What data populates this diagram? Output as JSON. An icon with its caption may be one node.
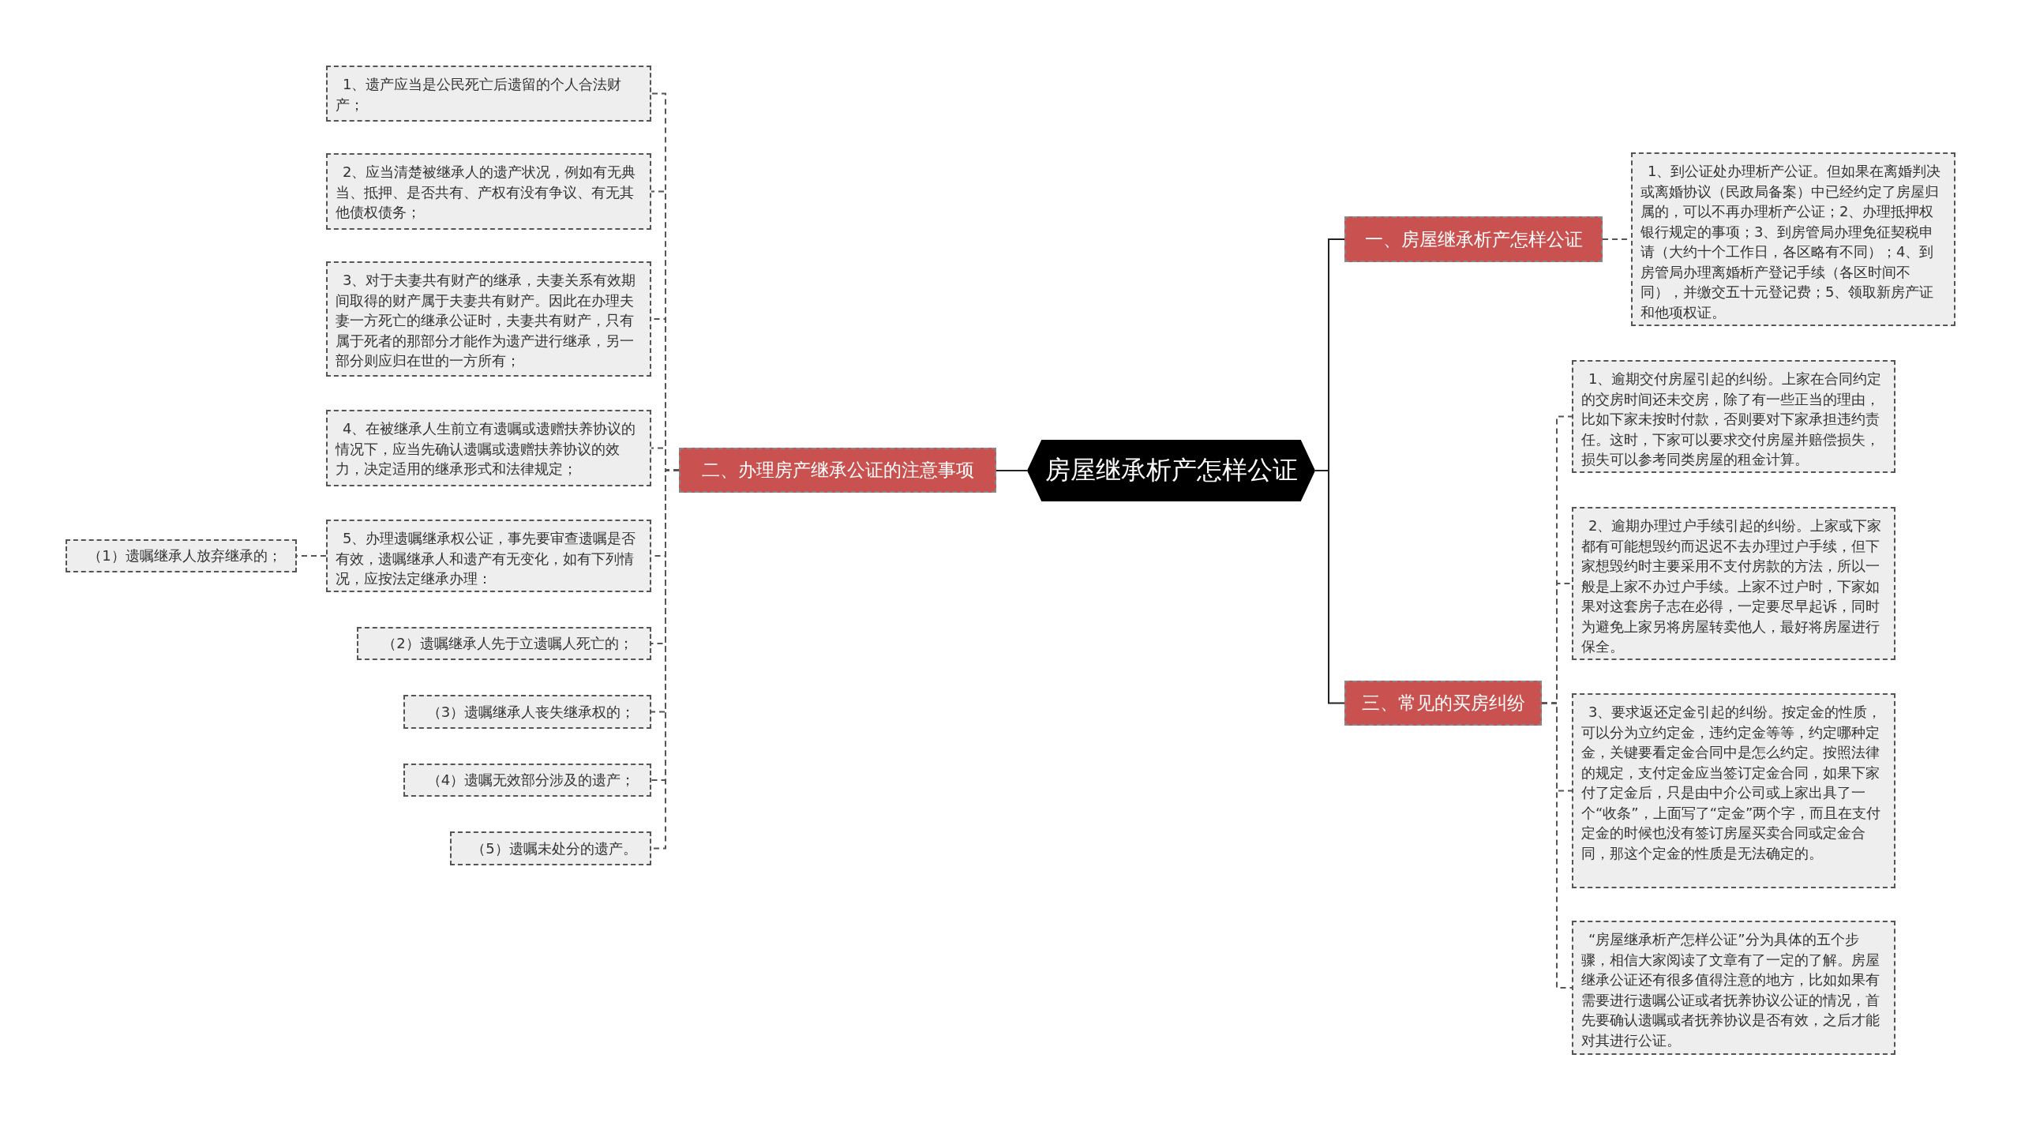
{
  "diagram": {
    "nodes": [
      {
        "text": [
          "房屋继承析产怎样公证"
        ]
      },
      {
        "text": [
          "一、房屋继承析产怎样公证"
        ]
      },
      {
        "text": [
          "1、到公证处办理析产公证。但如果在离婚判决或离婚协议（民政局备案）中已经约定了房屋归属的，可以不再办理析产公证；2、办理抵押权银行规定的事项；3、到房管局办理免征契税申请（大约十个工作日，各区略有不同）；4、到房管局办理离婚析产登记手续（各区时间不同），并缴交五十元登记费；5、领取新房产证和他项权证。"
        ]
      },
      {
        "text": [
          "二、办理房产继承公证的注意事项"
        ]
      },
      {
        "text": [
          "1、遗产应当是公民死亡后遗留的个人合法财产；"
        ]
      },
      {
        "text": [
          "2、应当清楚被继承人的遗产状况，例如有无典当、抵押、是否共有、产权有没有争议、有无其他债权债务；"
        ]
      },
      {
        "text": [
          "3、对于夫妻共有财产的继承，夫妻关系有效期间取得的财产属于夫妻共有财产。因此在办理夫妻一方死亡的继承公证时，夫妻共有财产，只有属于死者的那部分才能作为遗产进行继承，另一部分则应归在世的一方所有；"
        ]
      },
      {
        "text": [
          "4、在被继承人生前立有遗嘱或遗赠扶养协议的情况下，应当先确认遗嘱或遗赠扶养协议的效力，决定适用的继承形式和法律规定；"
        ]
      },
      {
        "text": [
          "5、办理遗嘱继承权公证，事先要审查遗嘱是否有效，遗嘱继承人和遗产有无变化，如有下列情况，应按法定继承办理："
        ]
      },
      {
        "text": [
          "（1）遗嘱继承人放弃继承的；"
        ]
      },
      {
        "text": [
          "（2）遗嘱继承人先于立遗嘱人死亡的；"
        ]
      },
      {
        "text": [
          "（3）遗嘱继承人丧失继承权的；"
        ]
      },
      {
        "text": [
          "（4）遗嘱无效部分涉及的遗产；"
        ]
      },
      {
        "text": [
          "（5）遗嘱未处分的遗产。"
        ]
      },
      {
        "text": [
          "三、常见的买房纠纷"
        ]
      },
      {
        "text": [
          "1、逾期交付房屋引起的纠纷。上家在合同约定的交房时间还未交房，除了有一些正当的理由，比如下家未按时付款，否则要对下家承担违约责任。这时，下家可以要求交付房屋并赔偿损失，损失可以参考同类房屋的租金计算。"
        ]
      },
      {
        "text": [
          "2、逾期办理过户手续引起的纠纷。上家或下家都有可能想毁约而迟迟不去办理过户手续，但下家想毁约时主要采用不支付房款的方法，所以一般是上家不办过户手续。上家不过户时，下家如果对这套房子志在必得，一定要尽早起诉，同时为避免上家另将房屋转卖他人，最好将房屋进行保全。"
        ]
      },
      {
        "text": [
          "3、要求返还定金引起的纠纷。按定金的性质，可以分为立约定金，违约定金等等，约定哪种定金，关键要看定金合同中是怎么约定。按照法律的规定，支付定金应当签订定金合同，如果下家付了定金后，只是由中介公司或上家出具了一个“收条”，上面写了“定金”两个字，而且在支付定金的时候也没有签订房屋买卖合同或定金合同，那这个定金的性质是无法确定的。"
        ]
      },
      {
        "text": [
          "“房屋继承析产怎样公证”分为具体的五个步骤，相信大家阅读了文章有了一定的了解。房屋继承公证还有很多值得注意的地方，比如如果有需要进行遗嘱公证或者抚养协议公证的情况，首先要确认遗嘱或者抚养协议是否有效，之后才能对其进行公证。"
        ]
      }
    ],
    "edges": [
      {
        "from": 0,
        "to": 1,
        "arrow": "none"
      },
      {
        "from": 0,
        "to": 3,
        "arrow": "none"
      },
      {
        "from": 0,
        "to": 14,
        "arrow": "none"
      },
      {
        "from": 1,
        "to": 2,
        "arrow": "none",
        "style": "dashed"
      },
      {
        "from": 3,
        "to": 4,
        "arrow": "none",
        "style": "dashed"
      },
      {
        "from": 3,
        "to": 5,
        "arrow": "none",
        "style": "dashed"
      },
      {
        "from": 3,
        "to": 6,
        "arrow": "none",
        "style": "dashed"
      },
      {
        "from": 3,
        "to": 7,
        "arrow": "none",
        "style": "dashed"
      },
      {
        "from": 3,
        "to": 8,
        "arrow": "none",
        "style": "dashed"
      },
      {
        "from": 8,
        "to": 9,
        "arrow": "none",
        "style": "dashed"
      },
      {
        "from": 3,
        "to": 10,
        "arrow": "none",
        "style": "dashed"
      },
      {
        "from": 3,
        "to": 11,
        "arrow": "none",
        "style": "dashed"
      },
      {
        "from": 3,
        "to": 12,
        "arrow": "none",
        "style": "dashed"
      },
      {
        "from": 3,
        "to": 13,
        "arrow": "none",
        "style": "dashed"
      },
      {
        "from": 14,
        "to": 15,
        "arrow": "none",
        "style": "dashed"
      },
      {
        "from": 14,
        "to": 16,
        "arrow": "none",
        "style": "dashed"
      },
      {
        "from": 14,
        "to": 17,
        "arrow": "none",
        "style": "dashed"
      },
      {
        "from": 14,
        "to": 18,
        "arrow": "none",
        "style": "dashed"
      }
    ]
  }
}
